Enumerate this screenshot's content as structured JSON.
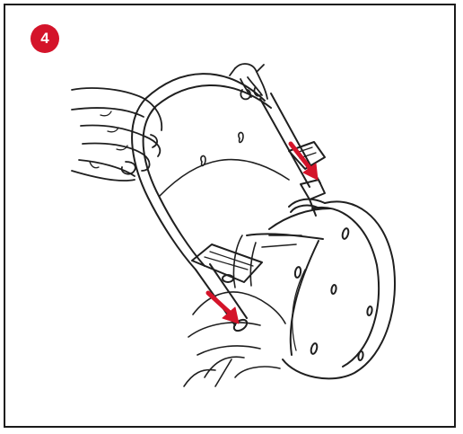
{
  "step": {
    "number": "4"
  },
  "colors": {
    "accent": "#d4142a",
    "line": "#1f1f1f",
    "frame": "#1a1a1a",
    "background": "#ffffff"
  },
  "illustration": {
    "subject": "hands-attaching-handle-bar-to-seat-frame",
    "arrows": [
      "down-arrow-right-post",
      "down-arrow-left-post"
    ]
  }
}
